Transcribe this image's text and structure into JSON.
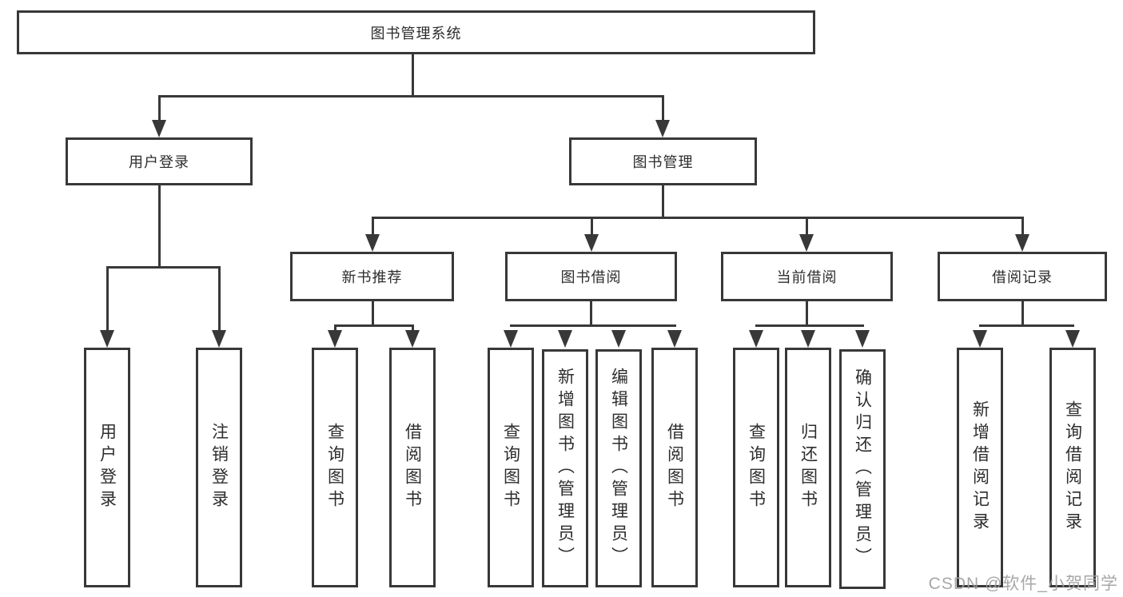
{
  "colors": {
    "line": "#383838",
    "text": "#2d2d2d",
    "watermark": "#9e9e9e",
    "background": "#ffffff"
  },
  "watermark": {
    "text": "CSDN @软件_小贺同学"
  },
  "diagram": {
    "root": {
      "label": "图书管理系统",
      "children": [
        {
          "label": "用户登录",
          "children": [
            {
              "label": "用户登录"
            },
            {
              "label": "注销登录"
            }
          ]
        },
        {
          "label": "图书管理",
          "children": [
            {
              "label": "新书推荐",
              "children": [
                {
                  "label": "查询图书"
                },
                {
                  "label": "借阅图书"
                }
              ]
            },
            {
              "label": "图书借阅",
              "children": [
                {
                  "label": "查询图书"
                },
                {
                  "label": "新增图书（管理员）"
                },
                {
                  "label": "编辑图书（管理员）"
                },
                {
                  "label": "借阅图书"
                }
              ]
            },
            {
              "label": "当前借阅",
              "children": [
                {
                  "label": "查询图书"
                },
                {
                  "label": "归还图书"
                },
                {
                  "label": "确认归还（管理员）"
                }
              ]
            },
            {
              "label": "借阅记录",
              "children": [
                {
                  "label": "新增借阅记录"
                },
                {
                  "label": "查询借阅记录"
                }
              ]
            }
          ]
        }
      ]
    }
  }
}
